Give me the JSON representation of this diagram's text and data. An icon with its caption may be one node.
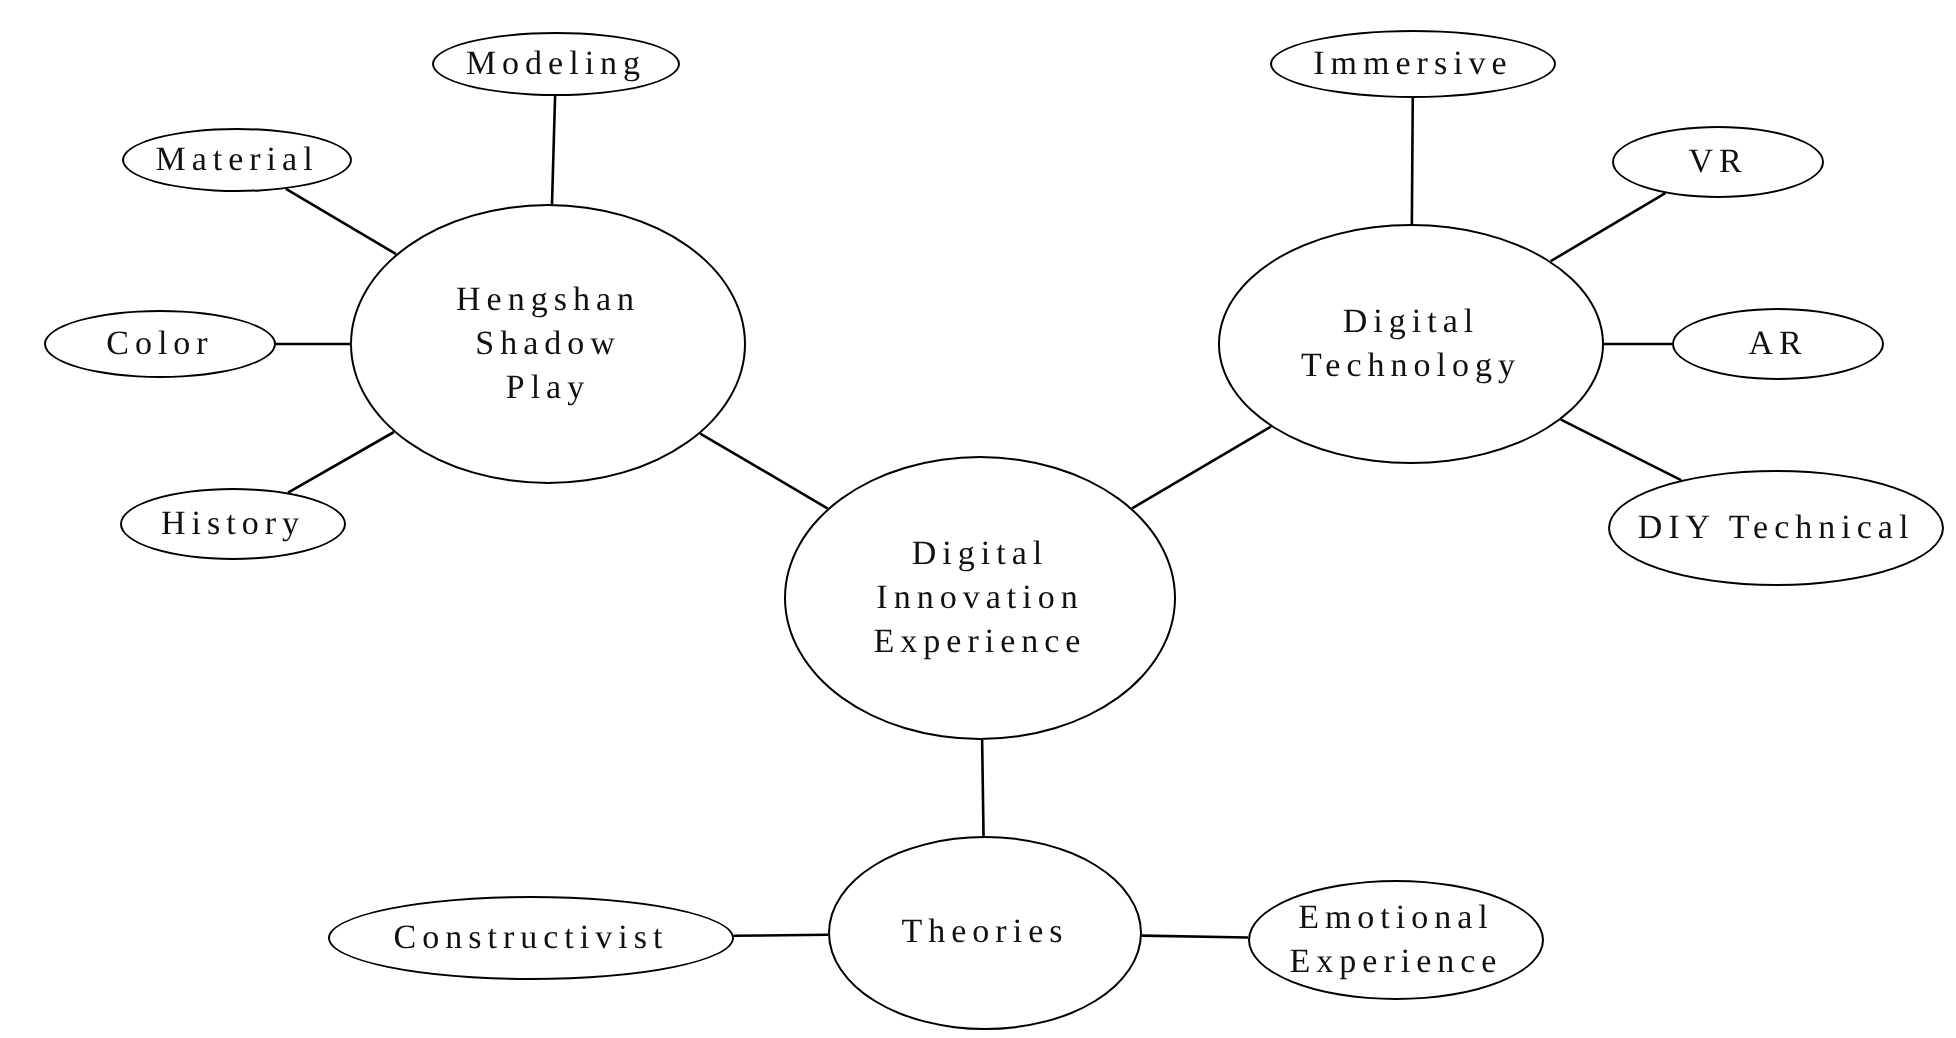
{
  "diagram": {
    "nodes": [
      {
        "text": [
          "Hengshan Shadow Play"
        ]
      },
      {
        "text": [
          "Modeling"
        ]
      },
      {
        "text": [
          "Material"
        ]
      },
      {
        "text": [
          "Color"
        ]
      },
      {
        "text": [
          "History"
        ]
      },
      {
        "text": [
          "Digital Innovation Experience"
        ]
      },
      {
        "text": [
          "Digital Technology"
        ]
      },
      {
        "text": [
          "Immersive"
        ]
      },
      {
        "text": [
          "VR"
        ]
      },
      {
        "text": [
          "AR"
        ]
      },
      {
        "text": [
          "DIY Technical"
        ]
      },
      {
        "text": [
          "Theories"
        ]
      },
      {
        "text": [
          "Constructivist"
        ]
      },
      {
        "text": [
          "Emotional Experience"
        ]
      }
    ],
    "edges": [
      {
        "from": 0,
        "to": 1,
        "arrow": "none"
      },
      {
        "from": 0,
        "to": 2,
        "arrow": "none"
      },
      {
        "from": 0,
        "to": 3,
        "arrow": "none"
      },
      {
        "from": 0,
        "to": 4,
        "arrow": "none"
      },
      {
        "from": 5,
        "to": 0,
        "arrow": "none"
      },
      {
        "from": 5,
        "to": 6,
        "arrow": "none"
      },
      {
        "from": 6,
        "to": 7,
        "arrow": "none"
      },
      {
        "from": 6,
        "to": 8,
        "arrow": "none"
      },
      {
        "from": 6,
        "to": 9,
        "arrow": "none"
      },
      {
        "from": 6,
        "to": 10,
        "arrow": "none"
      },
      {
        "from": 5,
        "to": 11,
        "arrow": "none"
      },
      {
        "from": 11,
        "to": 12,
        "arrow": "none"
      },
      {
        "from": 11,
        "to": 13,
        "arrow": "none"
      }
    ]
  }
}
